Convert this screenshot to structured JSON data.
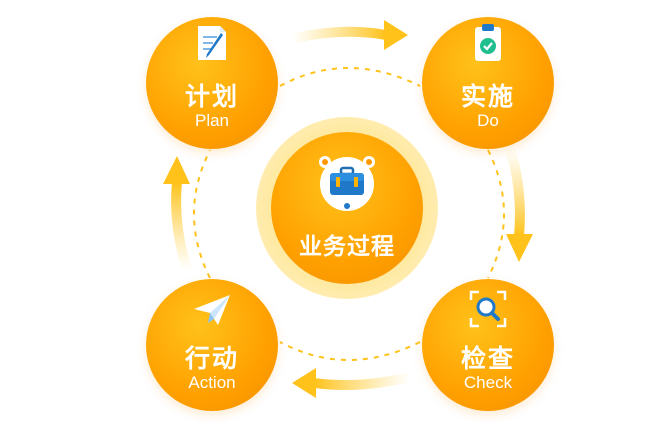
{
  "center": {
    "label": "业务过程",
    "icon": "briefcase-icon"
  },
  "nodes": [
    {
      "key": "plan",
      "label_cn": "计划",
      "label_en": "Plan",
      "icon": "notepad-pencil-icon"
    },
    {
      "key": "do",
      "label_cn": "实施",
      "label_en": "Do",
      "icon": "clipboard-check-icon"
    },
    {
      "key": "check",
      "label_cn": "检查",
      "label_en": "Check",
      "icon": "magnifier-scan-icon"
    },
    {
      "key": "action",
      "label_cn": "行动",
      "label_en": "Action",
      "icon": "paper-plane-icon"
    }
  ],
  "colors": {
    "node": "#ffa000",
    "node_light": "#ffc21a",
    "arrow": "#ffc21a",
    "dash": "#ffc21a",
    "halo": "#ffe9a0"
  }
}
